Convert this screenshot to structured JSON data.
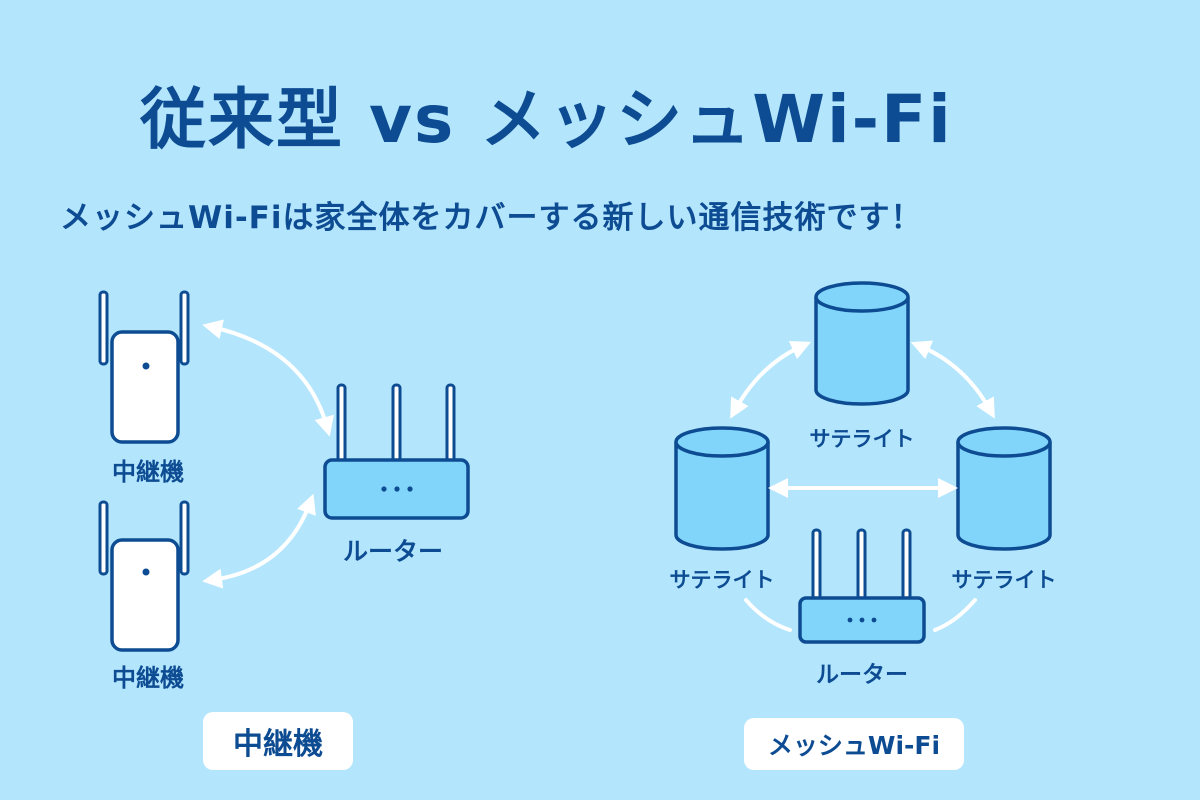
{
  "title": "従来型 vs メッシュWi-Fi",
  "subtitle": "メッシュWi-Fiは家全体をカバーする新しい通信技術です！",
  "left": {
    "repeater_top_label": "中継機",
    "repeater_bottom_label": "中継機",
    "router_label": "ルーター",
    "caption": "中継機"
  },
  "right": {
    "satellite_top_label": "サテライト",
    "satellite_left_label": "サテライト",
    "satellite_right_label": "サテライト",
    "router_label": "ルーター",
    "caption": "メッシュWi-Fi"
  },
  "colors": {
    "background": "#b3e5fc",
    "text": "#0d4c92",
    "device_fill": "#81d4fa",
    "device_stroke": "#0d4c92",
    "arrow": "#ffffff"
  }
}
